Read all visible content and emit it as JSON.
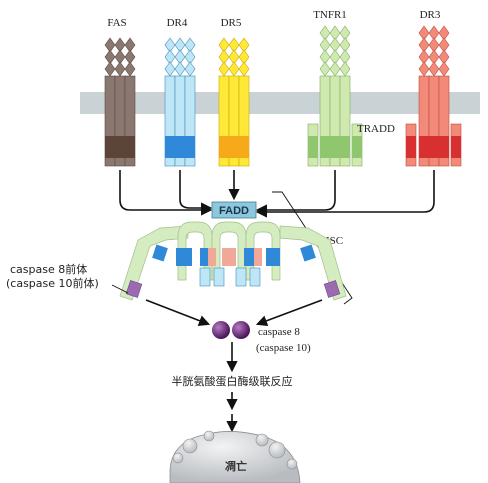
{
  "receptors": {
    "fas": "FAS",
    "dr4": "DR4",
    "dr5": "DR5",
    "tnfr1": "TNFR1",
    "dr3": "DR3"
  },
  "labels": {
    "tradd": "TRADD",
    "fadd": "FADD",
    "disc": "DISC",
    "procaspase_line1": "caspase 8前体",
    "procaspase_line2": "(caspase 10前体)",
    "caspase_line1": "caspase 8",
    "caspase_line2": "(caspase 10)",
    "cascade": "半胱氨酸蛋白酶级联反应",
    "apoptosis": "凋亡"
  },
  "colors": {
    "membrane": "#c9d3d6",
    "fas": "#8a776f",
    "fas_dark": "#5c4538",
    "dr4": "#bfe6f7",
    "dr4_dark": "#2f88d8",
    "dr5": "#ffe838",
    "dr5_dark": "#f7a91c",
    "tnfr1": "#cfe9b0",
    "tnfr1_dark": "#8fc66e",
    "dr3": "#f28a7a",
    "dr3_dark": "#d83030",
    "fadd": "#8ec6dc",
    "caspase": "#6a2a7a",
    "cell": "#d9dcdf"
  }
}
